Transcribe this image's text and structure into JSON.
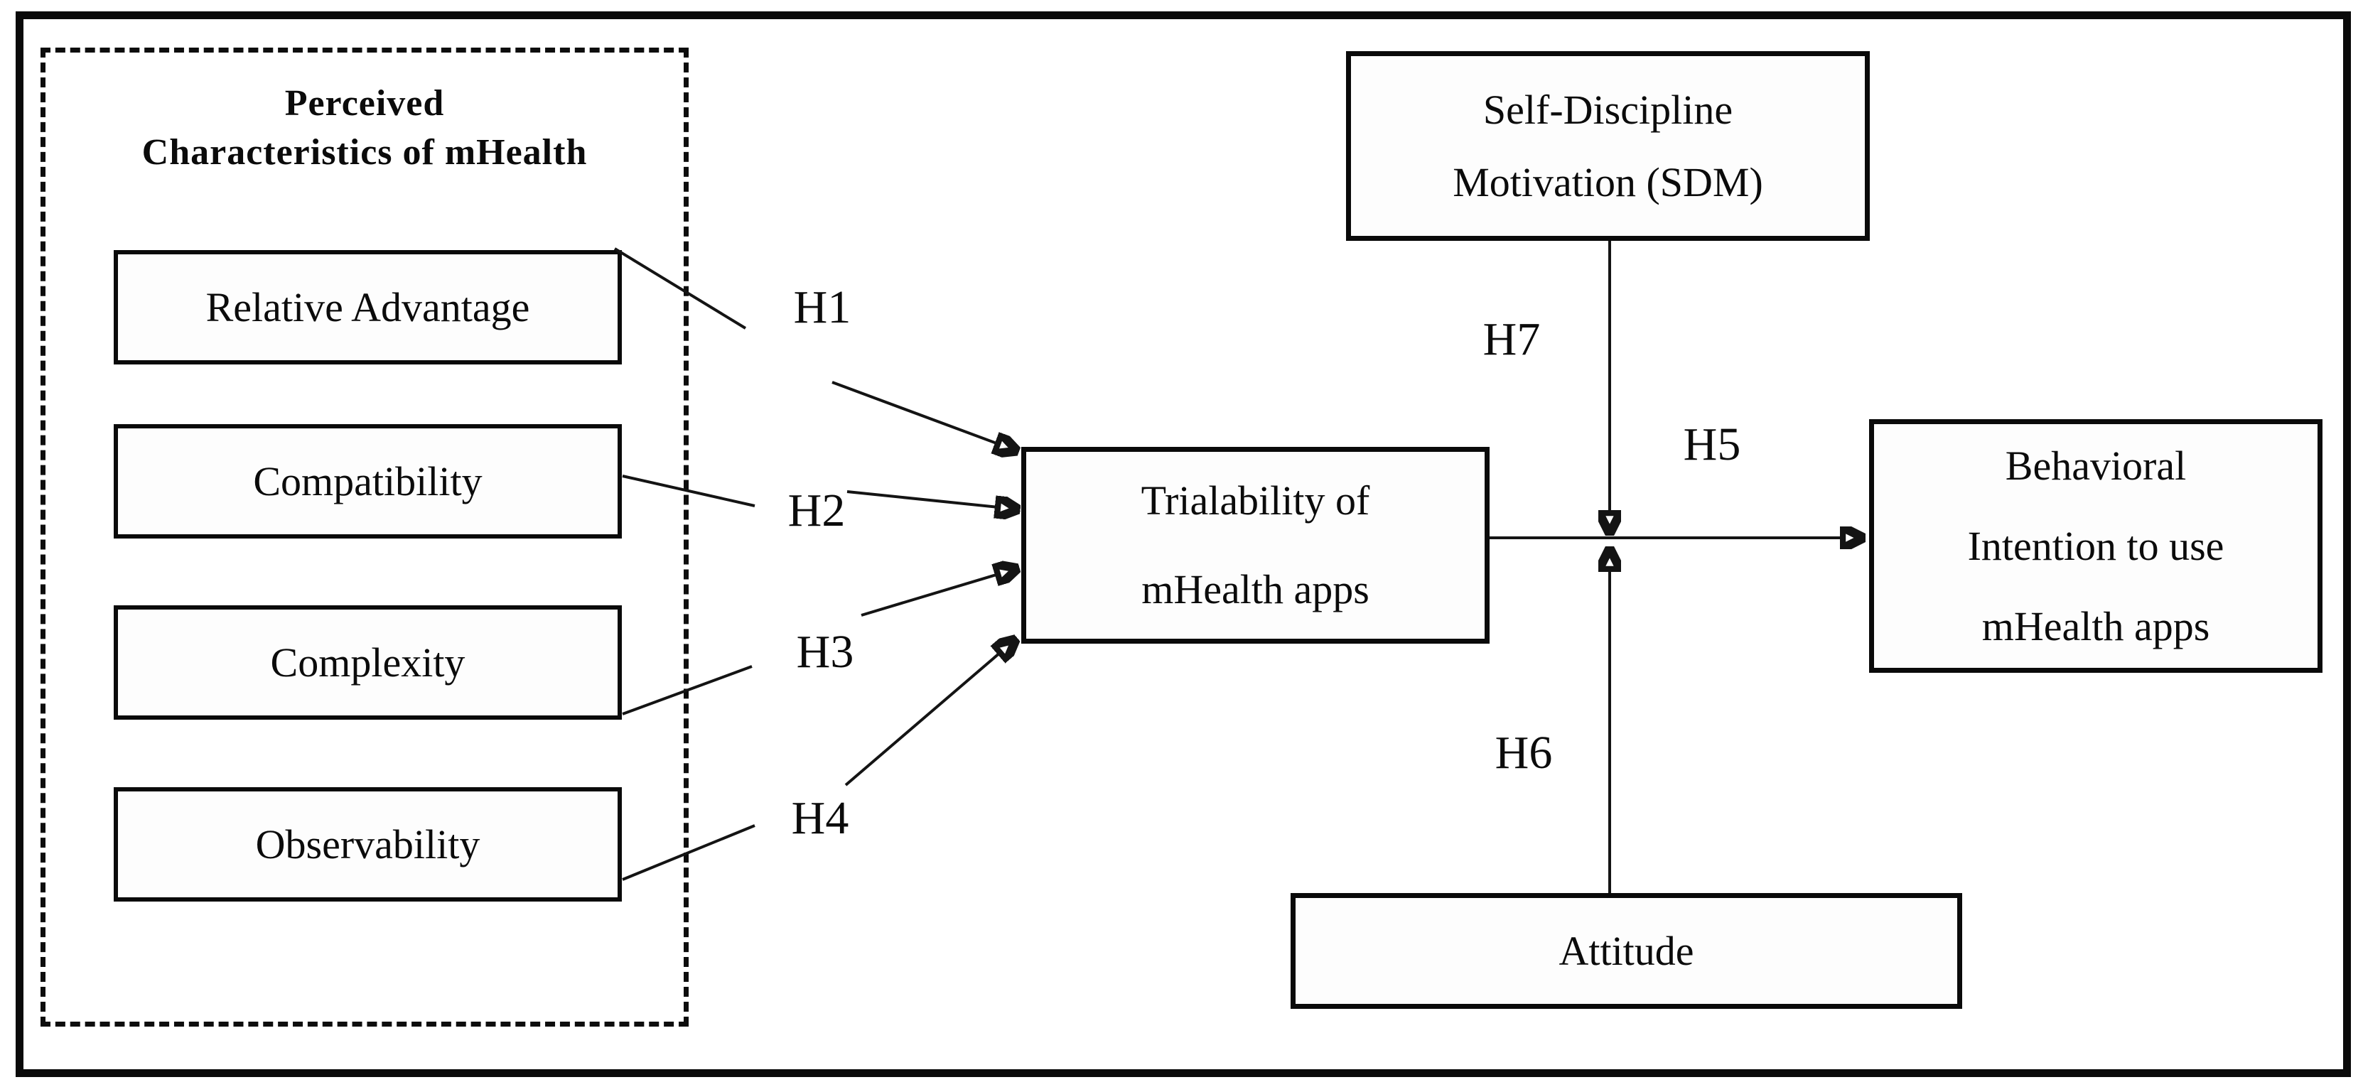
{
  "diagram": {
    "group_title": {
      "line1": "Perceived",
      "line2": "Characteristics of mHealth"
    },
    "antecedents": {
      "relative_advantage": "Relative Advantage",
      "compatibility": "Compatibility",
      "complexity": "Complexity",
      "observability": "Observability"
    },
    "mediator": {
      "line1": "Trialability of",
      "line2": "mHealth apps"
    },
    "moderator_top": {
      "line1": "Self-Discipline",
      "line2": "Motivation (SDM)"
    },
    "outcome": {
      "line1": "Behavioral",
      "line2": "Intention to use",
      "line3": "mHealth apps"
    },
    "moderator_bottom": {
      "label": "Attitude"
    },
    "hypotheses": {
      "h1": "H1",
      "h2": "H2",
      "h3": "H3",
      "h4": "H4",
      "h5": "H5",
      "h6": "H6",
      "h7": "H7"
    },
    "colors": {
      "stroke": "#141414",
      "background": "#ffffff"
    }
  }
}
